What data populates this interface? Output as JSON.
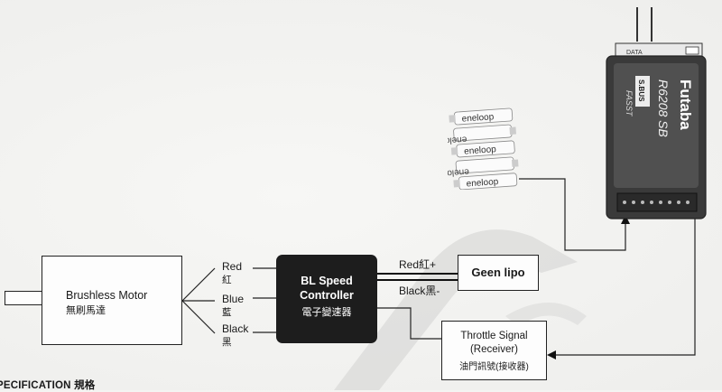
{
  "motor": {
    "title": "Brushless Motor",
    "subtitle": "無刷馬達"
  },
  "esc": {
    "line1": "BL Speed",
    "line2": "Controller",
    "line3": "電子變速器"
  },
  "wires_motor_side": [
    {
      "en": "Red",
      "cn": "紅"
    },
    {
      "en": "Blue",
      "cn": "藍"
    },
    {
      "en": "Black",
      "cn": "黑"
    }
  ],
  "battery_leads": {
    "positive": "Red紅+",
    "negative": "Black黑-"
  },
  "lipo": {
    "label": "Geen lipo"
  },
  "throttle": {
    "line1": "Throttle Signal",
    "line2": "(Receiver)",
    "line3": "油門訊號(接收器)"
  },
  "receiver": {
    "brand": "Futaba",
    "model": "R6208 SB",
    "system": "FASST",
    "sbus_badge": "S.BUS",
    "data_label": "DATA"
  },
  "aa_pack": {
    "cell_label": "eneloop",
    "cell_count": 5
  },
  "spec_heading": "PECIFICATION 規格"
}
